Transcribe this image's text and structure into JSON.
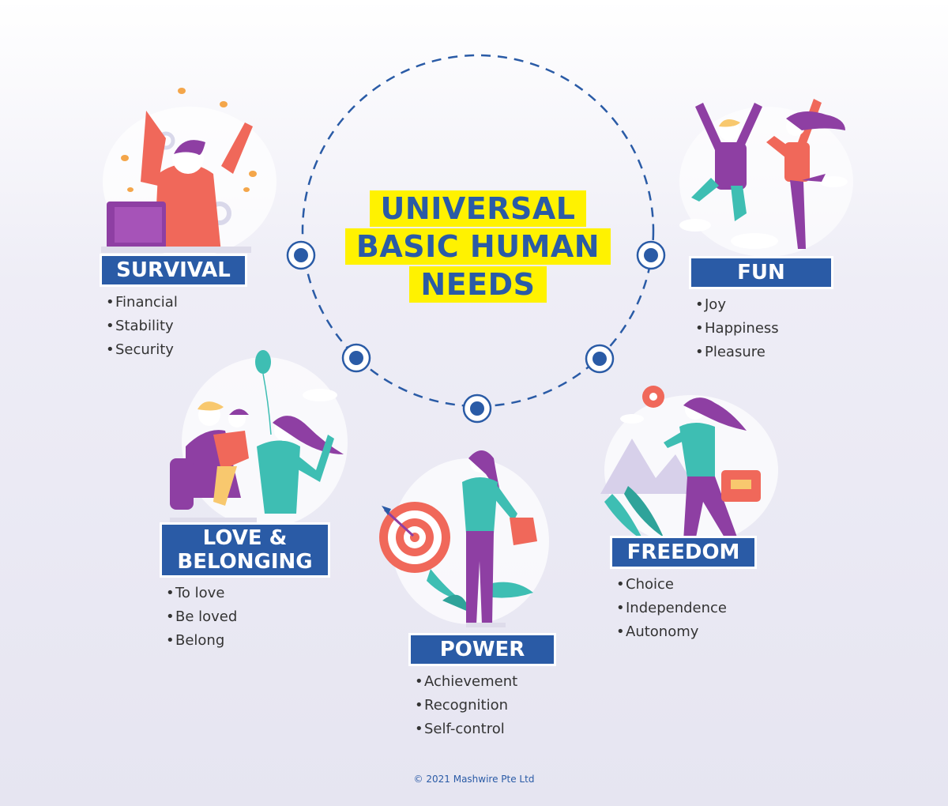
{
  "title": {
    "lines": [
      "UNIVERSAL",
      "BASIC HUMAN",
      "NEEDS"
    ]
  },
  "needs": {
    "survival": {
      "label": "SURVIVAL",
      "items": [
        "Financial",
        "Stability",
        "Security"
      ]
    },
    "fun": {
      "label": "FUN",
      "items": [
        "Joy",
        "Happiness",
        "Pleasure"
      ]
    },
    "love": {
      "label_lines": [
        "LOVE &",
        "BELONGING"
      ],
      "items": [
        "To love",
        "Be loved",
        "Belong"
      ]
    },
    "power": {
      "label": "POWER",
      "items": [
        "Achievement",
        "Recognition",
        "Self-control"
      ]
    },
    "freedom": {
      "label": "FREEDOM",
      "items": [
        "Choice",
        "Independence",
        "Autonomy"
      ]
    }
  },
  "footer": "© 2021 Mashwire Pte Ltd",
  "colors": {
    "label_bg": "#2a5ba6",
    "title_highlight": "#fff200",
    "title_text": "#2a5ba6",
    "circle": "#2a5ba6"
  }
}
